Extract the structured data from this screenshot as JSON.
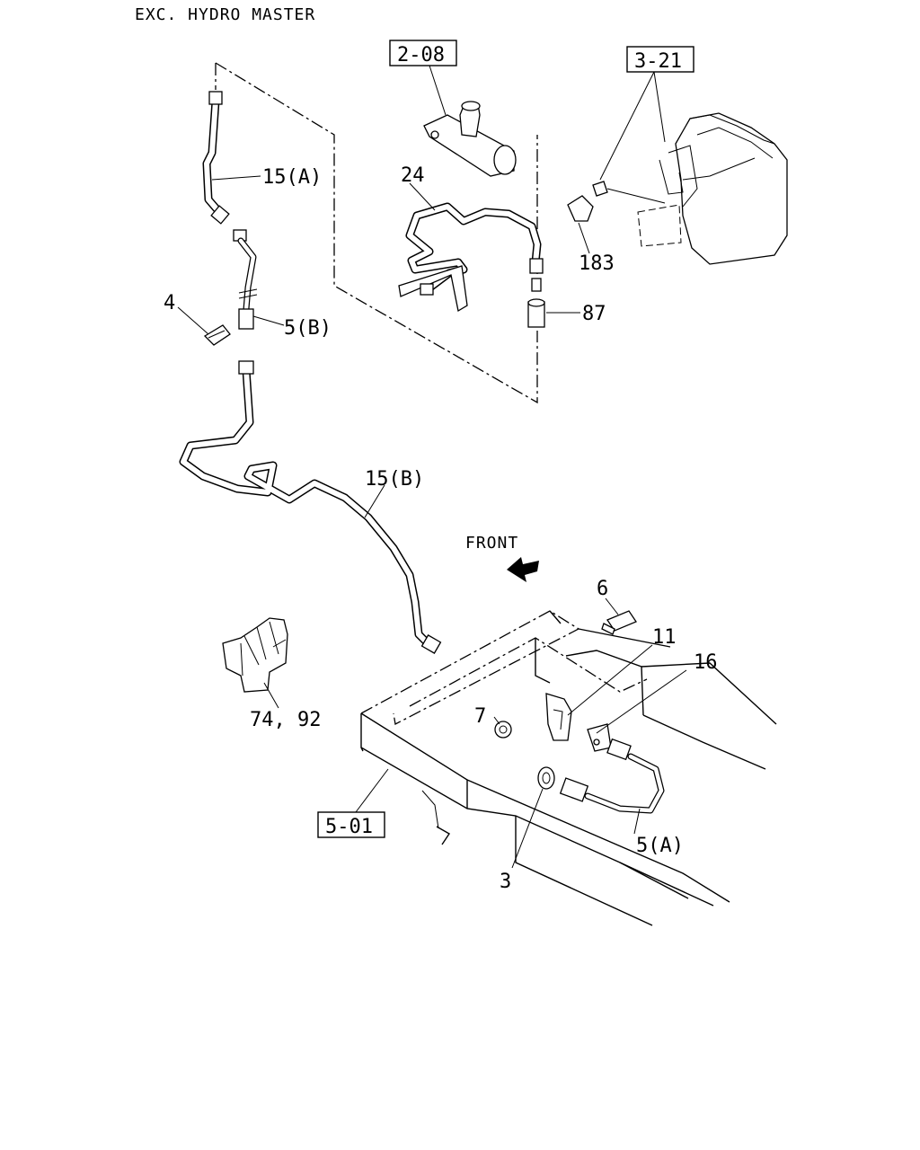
{
  "header": {
    "title": "EXC. HYDRO MASTER"
  },
  "references": {
    "ref_2_08": "2-08",
    "ref_3_21": "3-21",
    "ref_5_01": "5-01"
  },
  "callouts": {
    "c_15a": "15(A)",
    "c_24": "24",
    "c_183": "183",
    "c_87": "87",
    "c_4": "4",
    "c_5b": "5(B)",
    "c_15b": "15(B)",
    "c_6": "6",
    "c_11": "11",
    "c_16": "16",
    "c_7": "7",
    "c_74_92": "74, 92",
    "c_5a": "5(A)",
    "c_3": "3"
  },
  "direction": {
    "front_label": "FRONT"
  }
}
